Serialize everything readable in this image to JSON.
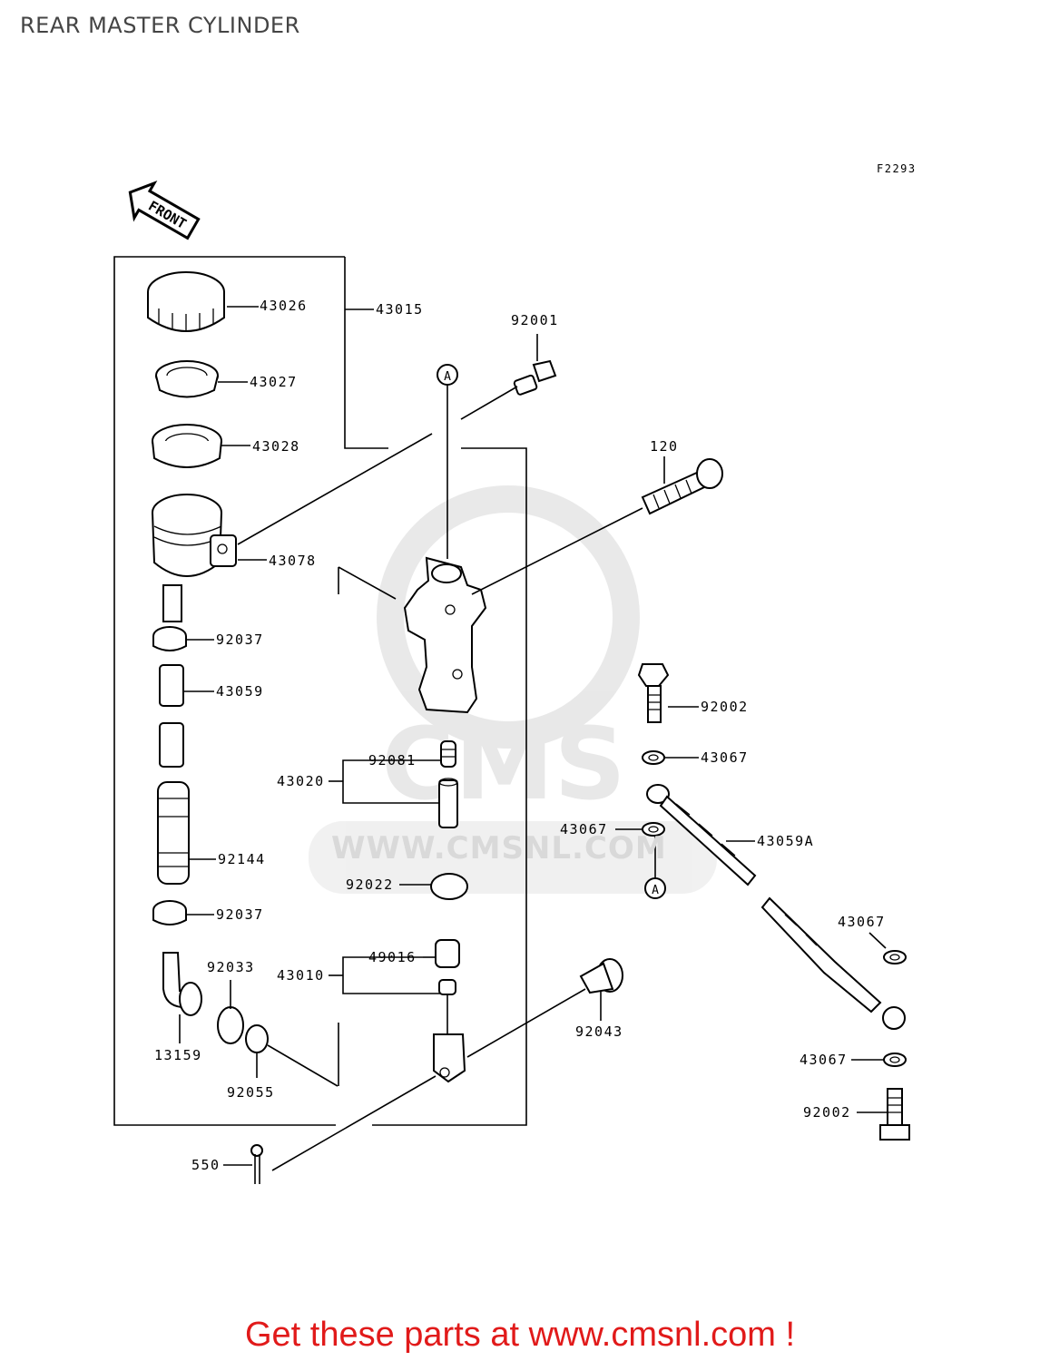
{
  "title": "REAR MASTER CYLINDER",
  "figure_code": "F2293",
  "front_label": "FRONT",
  "callout_ref": "A",
  "watermark": {
    "logo_text": "CMS",
    "url": "WWW.CMSNL.COM"
  },
  "promo_text": "Get these parts at www.cmsnl.com !",
  "parts": [
    {
      "key": "43026",
      "label": "43026"
    },
    {
      "key": "43015",
      "label": "43015"
    },
    {
      "key": "43027",
      "label": "43027"
    },
    {
      "key": "43028",
      "label": "43028"
    },
    {
      "key": "43078",
      "label": "43078"
    },
    {
      "key": "92037a",
      "label": "92037"
    },
    {
      "key": "43059",
      "label": "43059"
    },
    {
      "key": "92144",
      "label": "92144"
    },
    {
      "key": "92037b",
      "label": "92037"
    },
    {
      "key": "92033",
      "label": "92033"
    },
    {
      "key": "13159",
      "label": "13159"
    },
    {
      "key": "92055",
      "label": "92055"
    },
    {
      "key": "550",
      "label": "550"
    },
    {
      "key": "92001",
      "label": "92001"
    },
    {
      "key": "120",
      "label": "120"
    },
    {
      "key": "92081",
      "label": "92081"
    },
    {
      "key": "43020",
      "label": "43020"
    },
    {
      "key": "92022",
      "label": "92022"
    },
    {
      "key": "49016",
      "label": "49016"
    },
    {
      "key": "43010",
      "label": "43010"
    },
    {
      "key": "92043",
      "label": "92043"
    },
    {
      "key": "92002a",
      "label": "92002"
    },
    {
      "key": "43067a",
      "label": "43067"
    },
    {
      "key": "43067b",
      "label": "43067"
    },
    {
      "key": "43059A",
      "label": "43059A"
    },
    {
      "key": "43067c",
      "label": "43067"
    },
    {
      "key": "43067d",
      "label": "43067"
    },
    {
      "key": "92002b",
      "label": "92002"
    }
  ]
}
